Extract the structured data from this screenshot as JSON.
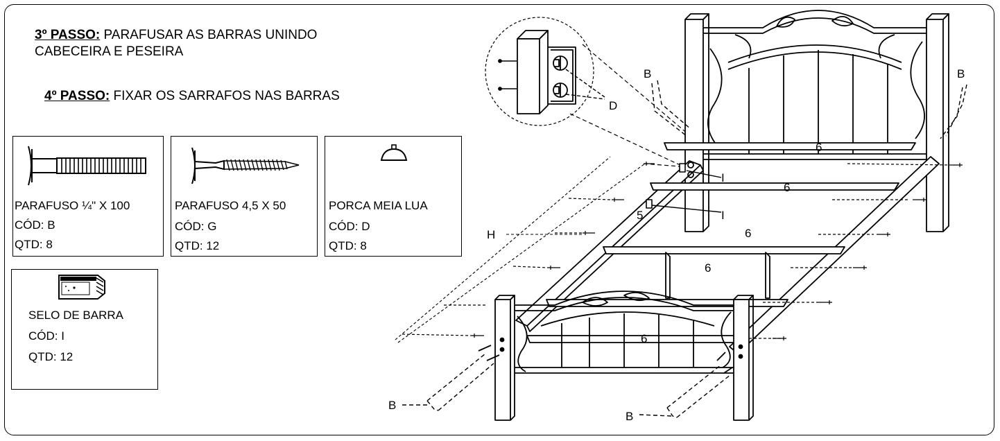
{
  "steps": [
    {
      "number": "3º PASSO:",
      "text_line1": " PARAFUSAR AS BARRAS UNINDO",
      "text_line2": "CABECEIRA E PESEIRA"
    },
    {
      "number": "4º PASSO:",
      "text_line1": " FIXAR OS SARRAFOS NAS BARRAS"
    }
  ],
  "parts": [
    {
      "name": "PARAFUSO ¼\" X 100",
      "code": "CÓD: B",
      "qty": "QTD: 8",
      "icon": "bolt-icon"
    },
    {
      "name": "PARAFUSO 4,5 X 50",
      "code": "CÓD: G",
      "qty": "QTD: 12",
      "icon": "wood-screw-icon"
    },
    {
      "name": "PORCA MEIA LUA",
      "code": "CÓD: D",
      "qty": "QTD: 8",
      "icon": "half-moon-nut-icon"
    },
    {
      "name": "SELO DE BARRA",
      "code": "CÓD: I",
      "qty": "QTD: 12",
      "icon": "bar-seal-icon"
    }
  ],
  "callouts": {
    "b": "B",
    "d": "D",
    "h": "H",
    "i": "I",
    "slat": "6",
    "five": "5"
  }
}
